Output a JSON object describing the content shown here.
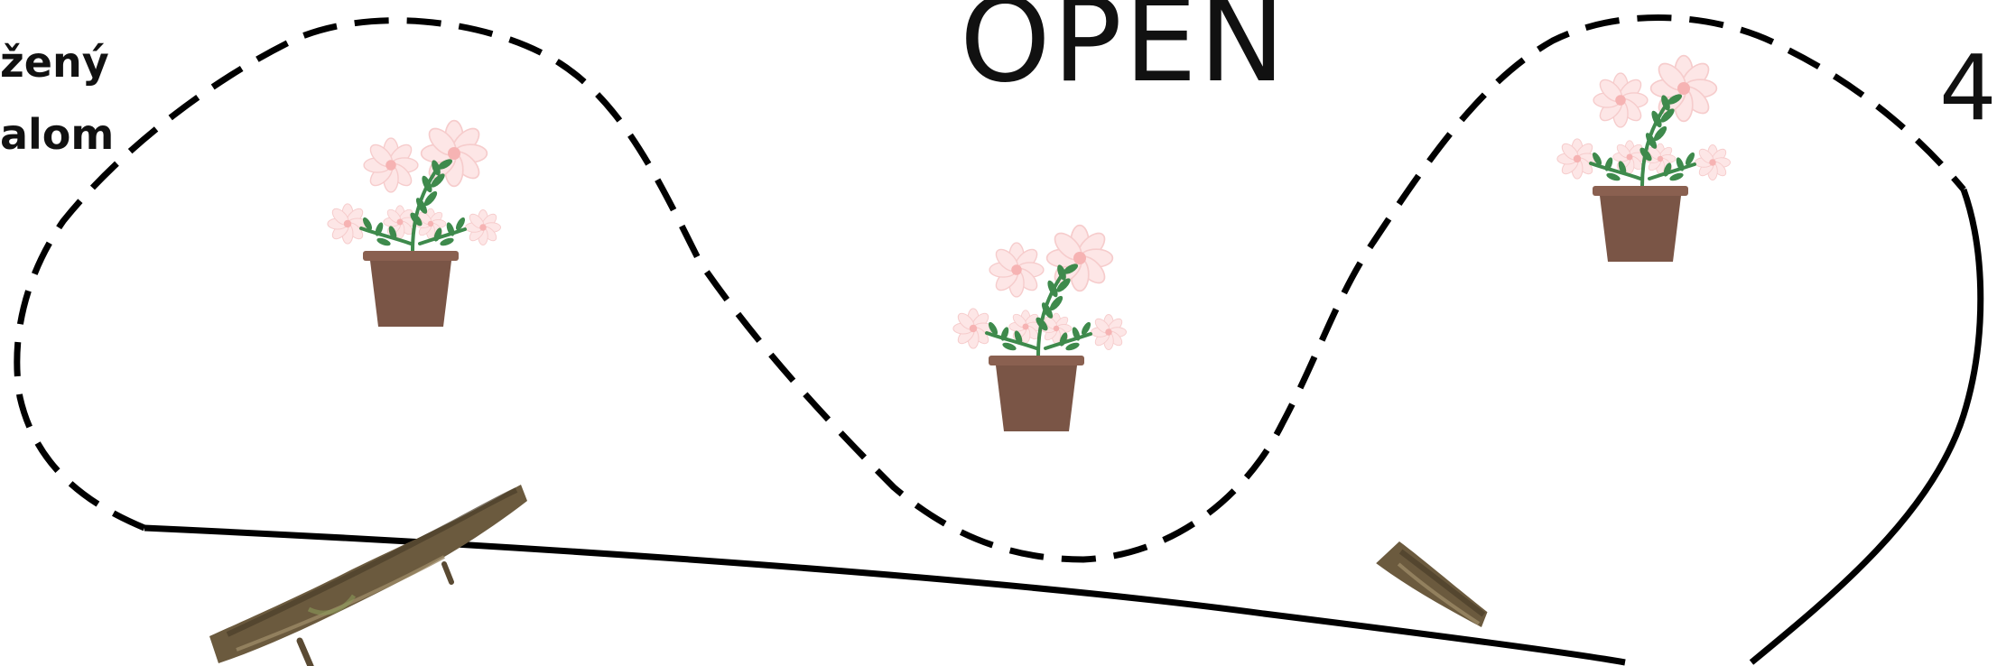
{
  "labels": {
    "top_left_line1": "žený",
    "top_left_line2": "alom",
    "center_title": "OPEN",
    "right_edge": "4"
  },
  "colors": {
    "path": "#000000",
    "pot": "#7a5546",
    "pot_rim": "#8a6050",
    "leaf": "#3e8a4c",
    "petal": "#fde3e3",
    "petal_center": "#f6b3b3",
    "branch": "#6b5a3e"
  },
  "icons": {
    "plant": "potted-plant-icon",
    "branch": "branch-log-icon"
  }
}
